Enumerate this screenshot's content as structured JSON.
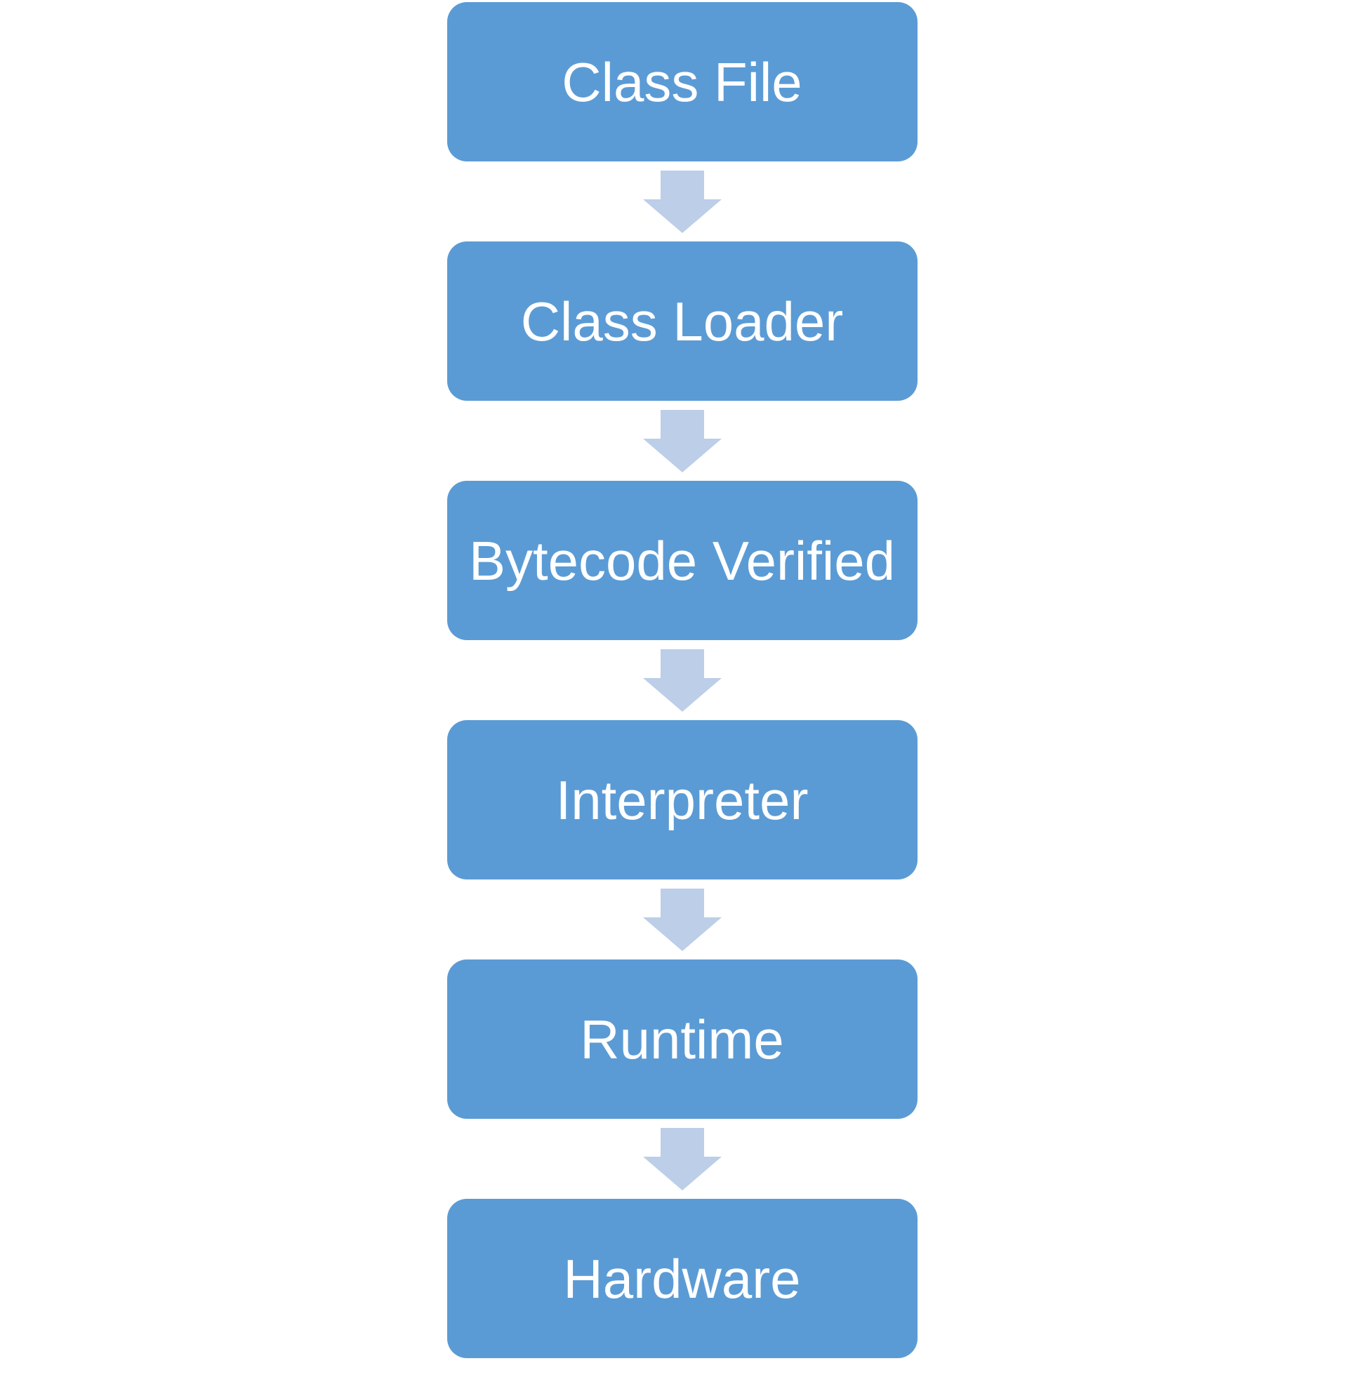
{
  "diagram": {
    "type": "flowchart",
    "direction": "top-down",
    "nodes": [
      {
        "id": "class-file",
        "label": "Class File"
      },
      {
        "id": "class-loader",
        "label": "Class Loader"
      },
      {
        "id": "bytecode-verified",
        "label": "Bytecode Verified"
      },
      {
        "id": "interpreter",
        "label": "Interpreter"
      },
      {
        "id": "runtime",
        "label": "Runtime"
      },
      {
        "id": "hardware",
        "label": "Hardware"
      }
    ],
    "edges": [
      {
        "from": "class-file",
        "to": "class-loader"
      },
      {
        "from": "class-loader",
        "to": "bytecode-verified"
      },
      {
        "from": "bytecode-verified",
        "to": "interpreter"
      },
      {
        "from": "interpreter",
        "to": "runtime"
      },
      {
        "from": "runtime",
        "to": "hardware"
      }
    ]
  },
  "theme": {
    "node_fill": "#5B9BD5",
    "node_text": "#FFFFFF",
    "arrow_fill": "#BCCEE8",
    "background": "#FFFFFF"
  }
}
